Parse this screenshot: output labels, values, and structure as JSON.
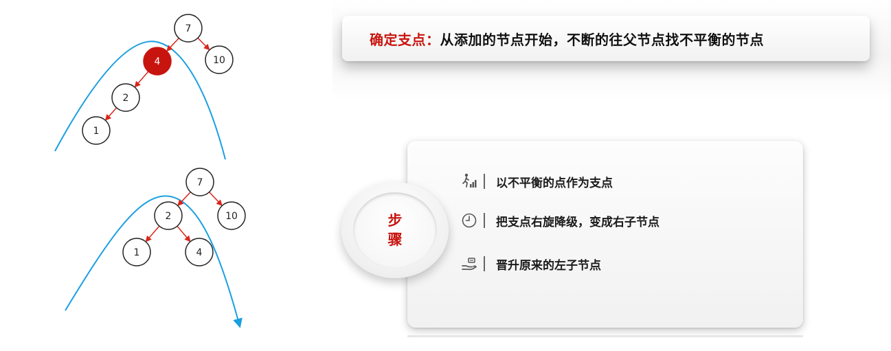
{
  "title": {
    "key": "确定支点：",
    "text": "从添加的节点开始，不断的往父节点找不平衡的节点"
  },
  "badge": {
    "chars": [
      "步",
      "骤"
    ]
  },
  "steps": [
    {
      "icon": "stairs-icon",
      "text": "以不平衡的点作为支点"
    },
    {
      "icon": "clock-icon",
      "text": "把支点右旋降级，变成右子节点"
    },
    {
      "icon": "hand-icon",
      "text": "晋升原来的左子节点"
    }
  ],
  "colors": {
    "accent": "#c8140e",
    "curve": "#1a9fe0",
    "edge": "#d8261b",
    "highlight_node": "#c8140e"
  },
  "trees": [
    {
      "name": "before-rotation",
      "nodes": [
        {
          "id": "7",
          "label": "7"
        },
        {
          "id": "4",
          "label": "4",
          "highlight": true
        },
        {
          "id": "10",
          "label": "10"
        },
        {
          "id": "2",
          "label": "2"
        },
        {
          "id": "1",
          "label": "1"
        }
      ],
      "edges": [
        [
          "7",
          "4"
        ],
        [
          "7",
          "10"
        ],
        [
          "4",
          "2"
        ],
        [
          "2",
          "1"
        ]
      ]
    },
    {
      "name": "after-rotation",
      "nodes": [
        {
          "id": "7",
          "label": "7"
        },
        {
          "id": "2",
          "label": "2"
        },
        {
          "id": "10",
          "label": "10"
        },
        {
          "id": "1",
          "label": "1"
        },
        {
          "id": "4",
          "label": "4"
        }
      ],
      "edges": [
        [
          "7",
          "2"
        ],
        [
          "7",
          "10"
        ],
        [
          "2",
          "1"
        ],
        [
          "2",
          "4"
        ]
      ]
    }
  ]
}
